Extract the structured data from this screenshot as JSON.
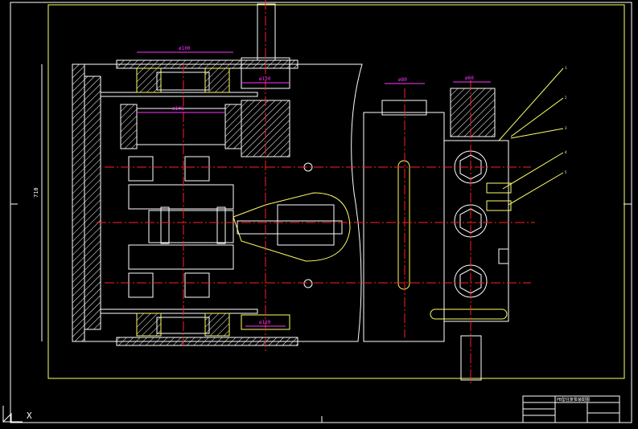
{
  "drawing": {
    "dimension_left": "710",
    "dimension_top_1": "ø100",
    "dimension_top_2": "ø140",
    "dimension_top_3": "ø120",
    "dimension_top_4": "ø80",
    "dimension_top_5": "ø60",
    "dimension_bottom": "ø120",
    "leaders": [
      "1",
      "2",
      "3",
      "4",
      "5"
    ],
    "title_block": "PB型往复泵装配图"
  },
  "ucs_icon_label": "X",
  "colors": {
    "background": "#000000",
    "outline": "#ffffff",
    "centerline": "#ff2020",
    "hidden": "#ffff66",
    "dimension": "#ff33ff",
    "hatch": "#ffffff"
  }
}
